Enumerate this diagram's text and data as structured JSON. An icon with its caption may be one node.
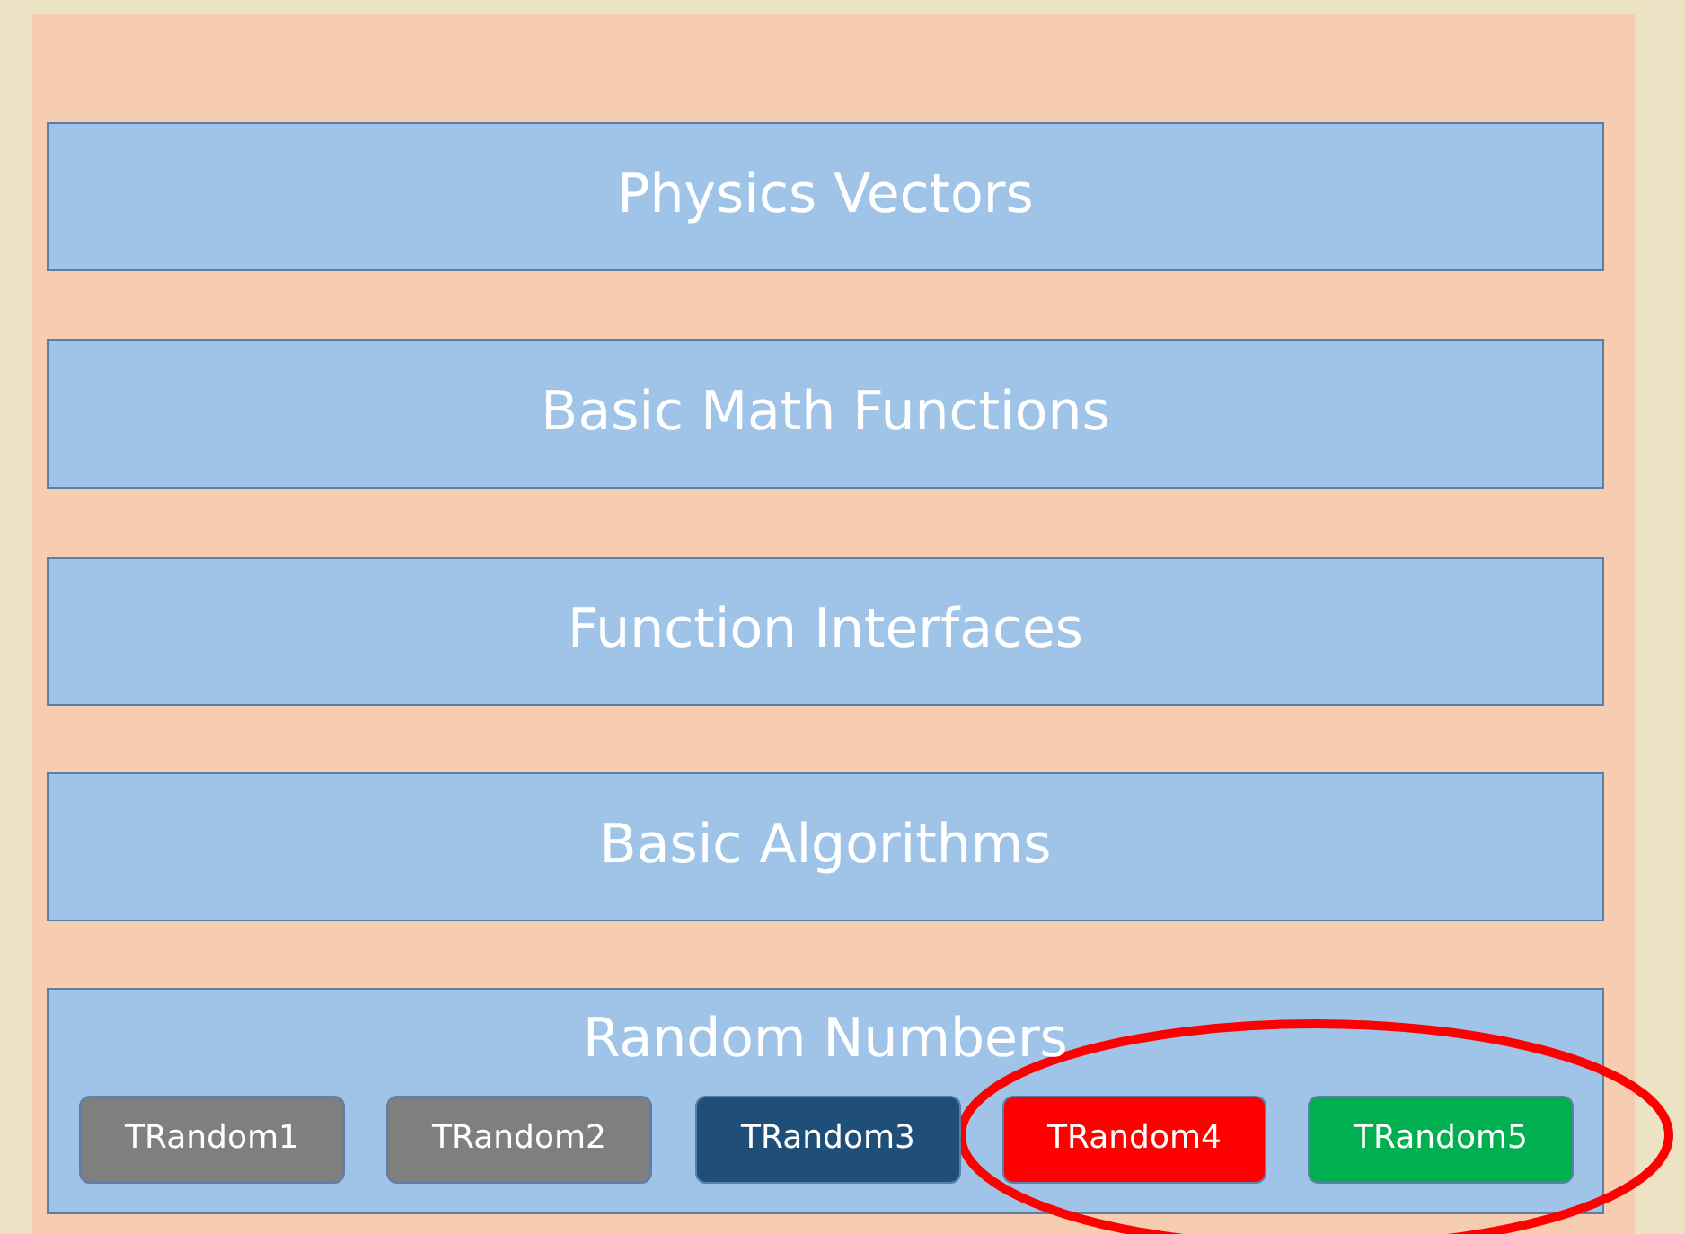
{
  "diagram": {
    "nodes": [
      {
        "text": [],
        "shape": "box"
      },
      {
        "text": [
          "Physics Vectors"
        ],
        "in": 0
      },
      {
        "text": [
          "Basic Math Functions"
        ],
        "in": 0
      },
      {
        "text": [
          "Function Interfaces"
        ],
        "in": 0
      },
      {
        "text": [
          "Basic Algorithms"
        ],
        "in": 0
      },
      {
        "text": [
          "Random Numbers"
        ],
        "in": 0
      },
      {
        "text": [
          "TRandom1"
        ],
        "in": 5
      },
      {
        "text": [
          "TRandom2"
        ],
        "in": 5
      },
      {
        "text": [
          "TRandom3"
        ],
        "in": 5
      },
      {
        "text": [
          "TRandom4"
        ],
        "in": 5
      },
      {
        "text": [
          "TRandom5"
        ],
        "in": 5
      }
    ]
  }
}
